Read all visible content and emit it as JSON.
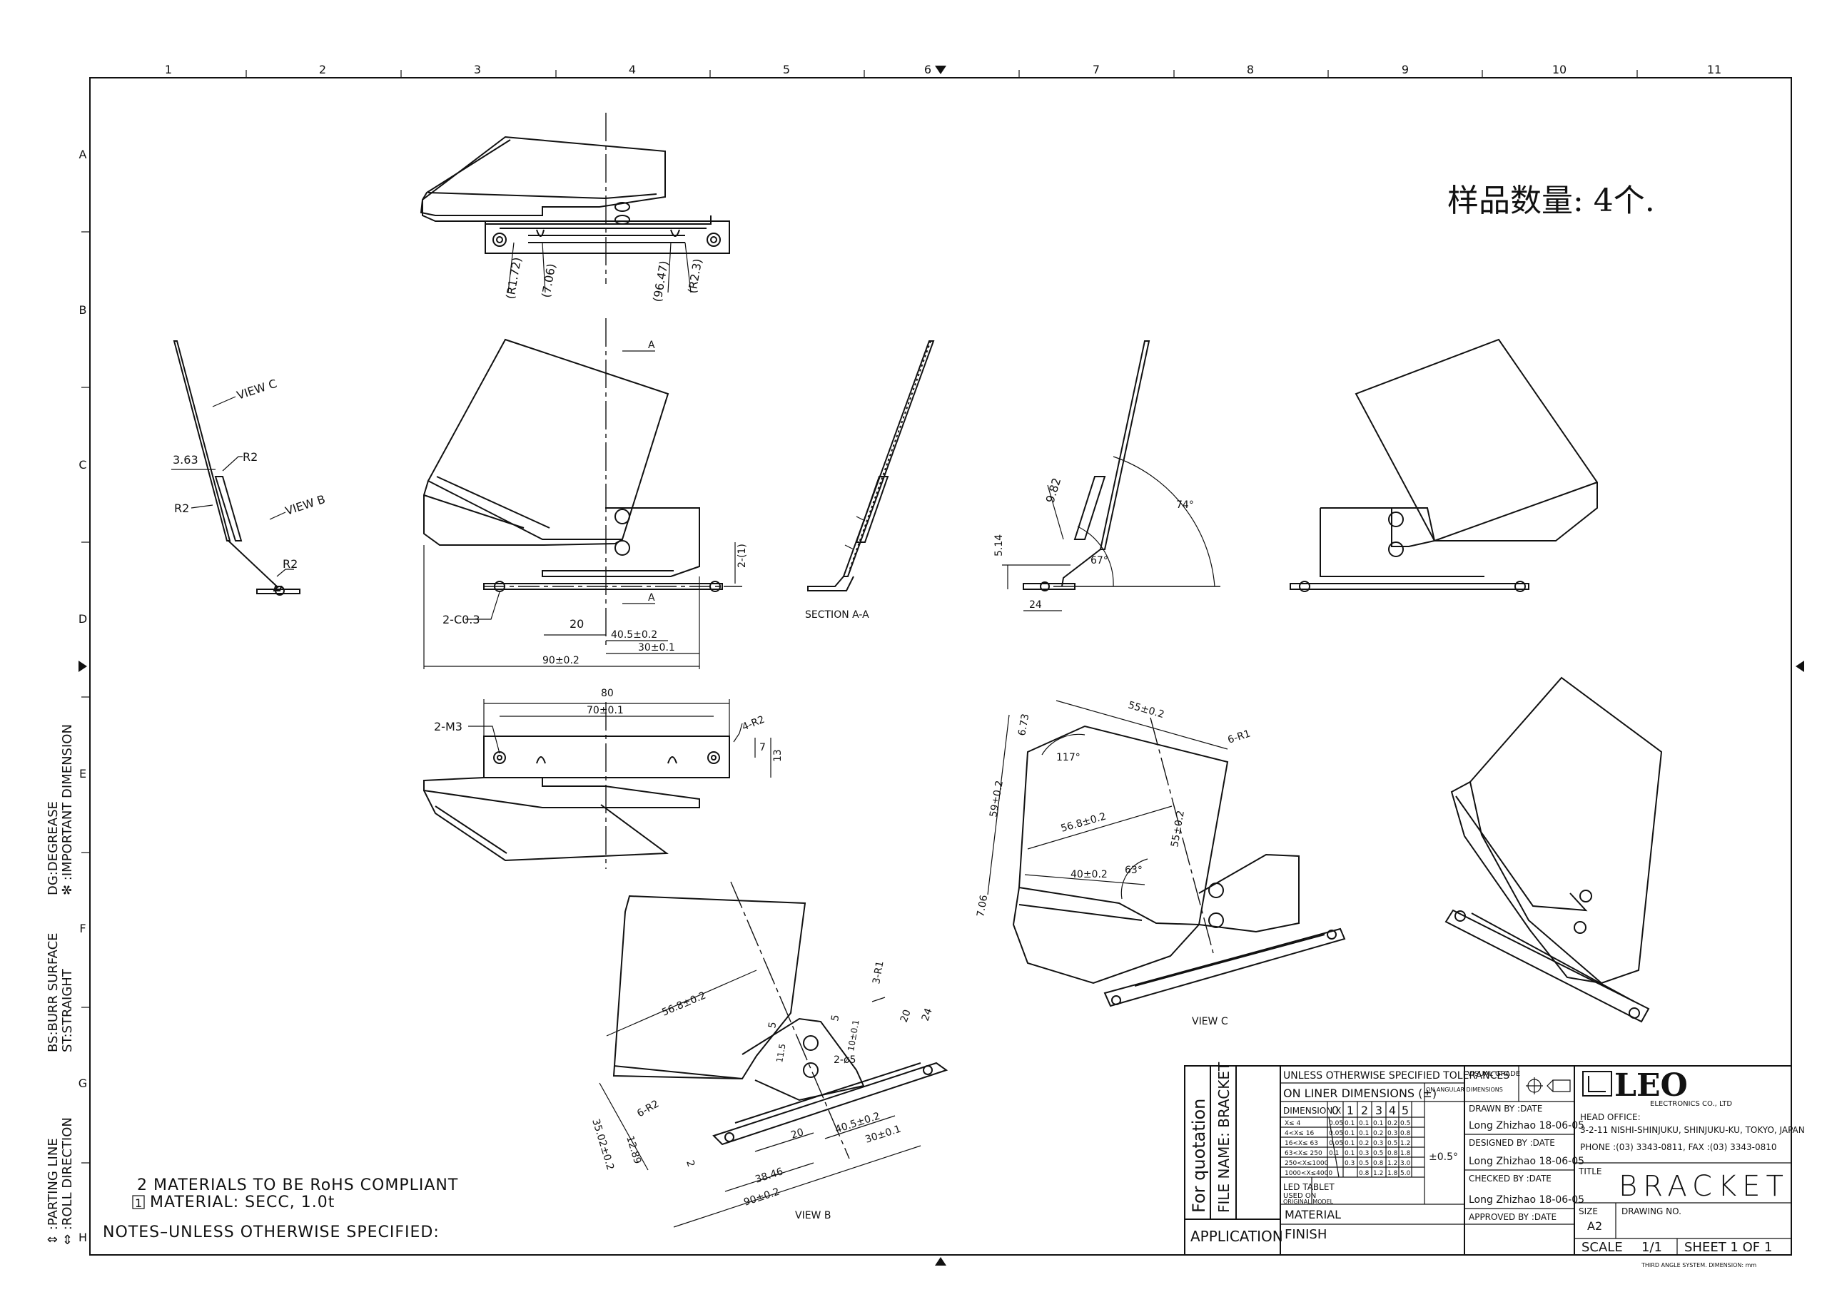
{
  "grid": {
    "columns": [
      "1",
      "2",
      "3",
      "4",
      "5",
      "6",
      "7",
      "8",
      "9",
      "10",
      "11"
    ],
    "rows": [
      "A",
      "B",
      "C",
      "D",
      "E",
      "F",
      "G",
      "H"
    ]
  },
  "header_note": "样品数量: 4个.",
  "views": {
    "section_label": "SECTION A-A",
    "view_b_label": "VIEW B",
    "view_c_label": "VIEW C",
    "arrow_view_c": "VIEW C",
    "arrow_view_b": "VIEW B",
    "section_marker": "A"
  },
  "dimensions": {
    "top_view": [
      "(R1.72)",
      "(7.06)",
      "(96.47)",
      "(R2.3)"
    ],
    "side_view": [
      "3.63",
      "R2",
      "R2",
      "R2"
    ],
    "front_view": [
      "2-C0.3",
      "20",
      "40.5±0.2",
      "30±0.1",
      "90±0.2",
      "2-(1)"
    ],
    "right_view": [
      "5.14",
      "24",
      "9.82",
      "67°",
      "74°"
    ],
    "bottom_view": [
      "80",
      "70±0.1",
      "2-M3",
      "4-R2",
      "7",
      "13"
    ],
    "view_b": [
      "56.8±0.2",
      "3-R1",
      "5",
      "5",
      "20",
      "24",
      "10±0.1",
      "11.5",
      "2-ø5",
      "6-R2",
      "35.02±0.2",
      "12.89",
      "2",
      "20",
      "40.5±0.2",
      "30±0.1",
      "38.46",
      "90±0.2"
    ],
    "view_c": [
      "55±0.2",
      "6-R1",
      "6.73",
      "117°",
      "59±0.2",
      "56.8±0.2",
      "55±0.2",
      "40±0.2",
      "63°",
      "7.06"
    ]
  },
  "side_notes": {
    "rotated_1": "DG:DEGREASE",
    "rotated_2": "✻ :IMPORTANT DIMENSION",
    "rotated_3": "BS:BURR SURFACE",
    "rotated_4": "ST:STRAIGHT",
    "rotated_5": "⇕ :PARTING LINE",
    "rotated_6": "⇔ :ROLL DIRECTION"
  },
  "notes": {
    "line2": "2 MATERIALS TO BE RoHS COMPLIANT",
    "line1_num": "1",
    "line1": "MATERIAL: SECC, 1.0t",
    "heading": "NOTES–UNLESS OTHERWISE SPECIFIED:"
  },
  "title_block": {
    "for_quotation": "For quotation",
    "file_name": "FILE NAME: BRACKET",
    "application": "APPLICATION",
    "tol_heading": "UNLESS OTHERWISE SPECIFIED TOLERANCES",
    "liner": "ON LINER DIMENSIONS (±)",
    "angular": "ON ANGULAR DIMENSIONS",
    "dim_x": "DIMENSION X",
    "digits": [
      "0",
      "1",
      "2",
      "3",
      "4",
      "5"
    ],
    "tol_rows": [
      {
        "range": "X≤   4",
        "vals": [
          "0.05",
          "0.1",
          "0.1",
          "0.1",
          "0.2",
          "0.5"
        ]
      },
      {
        "range": "4<X≤   16",
        "vals": [
          "0.05",
          "0.1",
          "0.1",
          "0.2",
          "0.3",
          "0.8"
        ]
      },
      {
        "range": "16<X≤   63",
        "vals": [
          "0.05",
          "0.1",
          "0.2",
          "0.3",
          "0.5",
          "1.2"
        ]
      },
      {
        "range": "63<X≤  250",
        "vals": [
          "0.1",
          "0.1",
          "0.3",
          "0.5",
          "0.8",
          "1.8"
        ]
      },
      {
        "range": "250<X≤1000",
        "vals": [
          "",
          "0.3",
          "0.5",
          "0.8",
          "1.2",
          "3.0"
        ]
      },
      {
        "range": "1000<X≤4000",
        "vals": [
          "",
          "",
          "0.8",
          "1.2",
          "1.8",
          "5.0"
        ]
      }
    ],
    "angular_value": "±0.5°",
    "led_tablet": "LED TABLET",
    "used_on": "USED ON",
    "original_model": "ORIGINAL MODEL",
    "material": "MATERIAL",
    "finish": "FINISH",
    "visual_grade": "VISUAL GRADE",
    "drawn_by": "DRAWN  BY  :DATE",
    "designed_by": "DESIGNED  BY  :DATE",
    "checked_by": "CHECKED  BY  :DATE",
    "approved_by": "APPROVED  BY  :DATE",
    "person_1": "Long Zhizhao  18-06-05",
    "person_2": "Long Zhizhao  18-06-05",
    "person_3": "Long Zhizhao  18-06-05",
    "company": "LEO",
    "company_sub": "ELECTRONICS CO., LTD",
    "head_office": "HEAD OFFICE:",
    "address": "3-2-11 NISHI-SHINJUKU, SHINJUKU-KU, TOKYO, JAPAN",
    "phone": "PHONE :(03) 3343-0811, FAX :(03) 3343-0810",
    "title_label": "TITLE",
    "title": "BRACKET",
    "size_label": "SIZE",
    "size": "A2",
    "drawing_no_label": "DRAWING NO.",
    "scale_label": "SCALE",
    "scale": "1/1",
    "sheet": "SHEET  1  OF  1",
    "footer": "THIRD ANGLE SYSTEM. DIMENSION: mm"
  },
  "colors": {
    "ink": "#111111",
    "paper": "#ffffff"
  }
}
